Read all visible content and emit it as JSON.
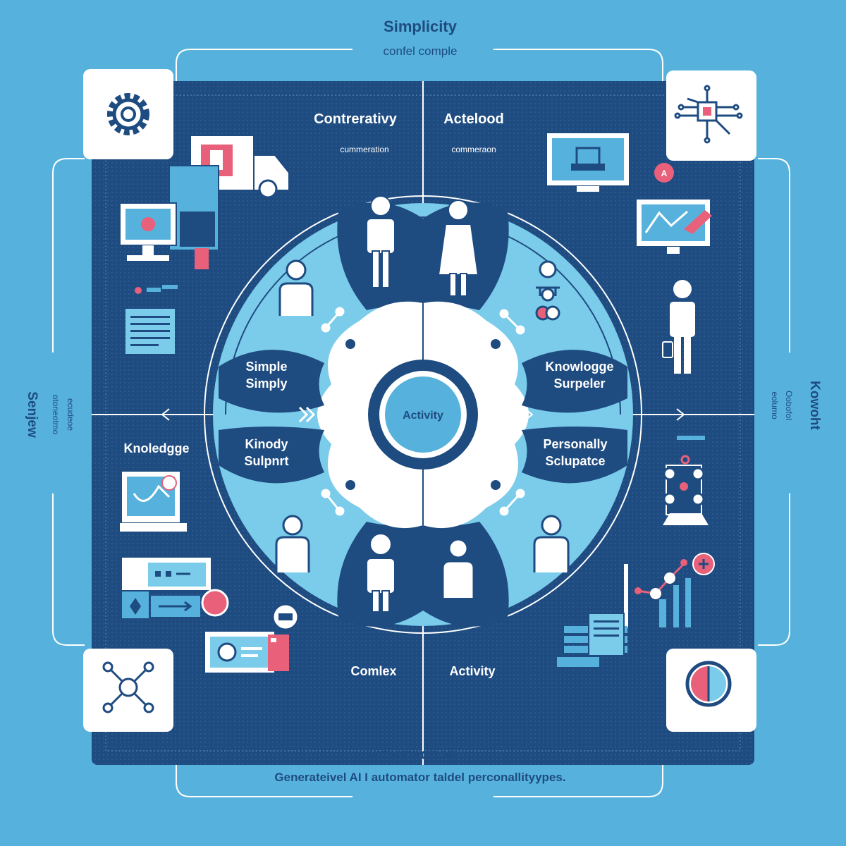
{
  "top": {
    "title": "Simplicity",
    "subtitle": "confel comple"
  },
  "bottom": {
    "title": "Internaction",
    "subtitle": "Generateivel AI I automator taldel perconallityypes."
  },
  "left_side": {
    "title": "Senjew",
    "subtitle": "otoneotmo",
    "subtitle2": "ecudeoe"
  },
  "right_side": {
    "title": "Kowoht",
    "subtitle": "Oobofol",
    "subtitle2": "eolumo"
  },
  "quadrants": {
    "top_left": {
      "title": "Contrerativy",
      "subtitle": "cummeration"
    },
    "top_right": {
      "title": "Actelood",
      "subtitle": "commeraon"
    },
    "bottom_left": {
      "title": "Knoledgge",
      "footer": "Comlex"
    },
    "bottom_right": {
      "footer": "Activity"
    }
  },
  "center": {
    "label": "Activity"
  },
  "petals": {
    "left_top": {
      "line1": "Simple",
      "line2": "Simply"
    },
    "left_bottom": {
      "line1": "Kinody",
      "line2": "Sulpnrt"
    },
    "right_top": {
      "line1": "Knowlogge",
      "line2": "Surpeler"
    },
    "right_bottom": {
      "line1": "Personally",
      "line2": "Sclupatce"
    }
  },
  "colors": {
    "background": "#56b2dc",
    "panel": "#1e4b80",
    "inner": "#7bcbea",
    "accent": "#e8607a",
    "white": "#ffffff"
  },
  "icons": [
    "gear-icon",
    "circuit-icon",
    "network-icon",
    "gauge-icon",
    "truck-icon",
    "monitor-icon",
    "document-icon",
    "chart-icon",
    "person-icon"
  ]
}
